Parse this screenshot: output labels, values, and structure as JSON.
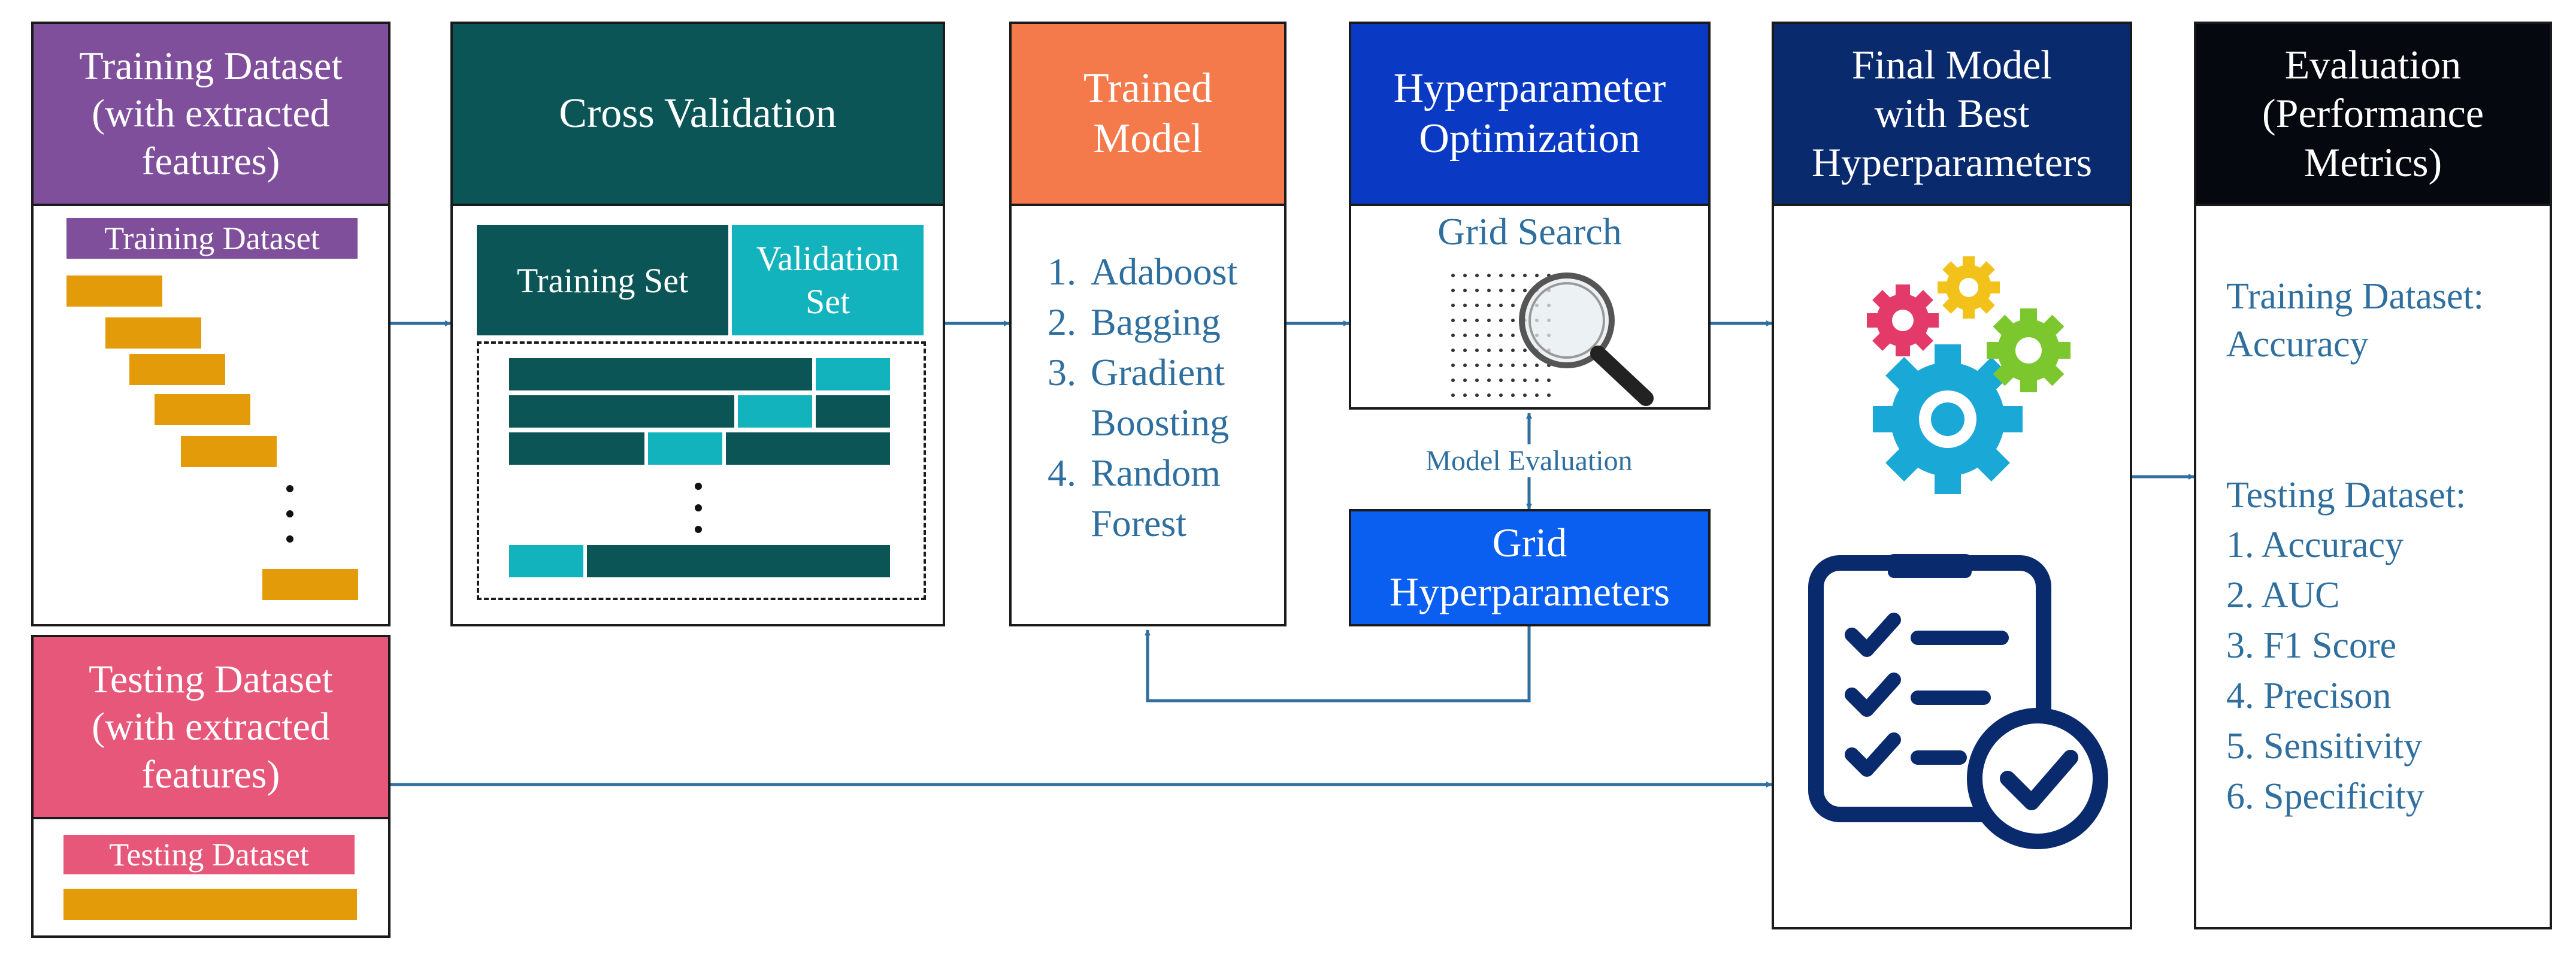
{
  "colors": {
    "training_purple": "#7f4f9c",
    "testing_pink": "#e6577a",
    "teal_dark": "#0b5557",
    "teal_light": "#12b3bd",
    "orange_bar": "#e39b0a",
    "trained_orange": "#f47a4c",
    "hyper_blue": "#0a3ac4",
    "grid_blue": "#0a5ef0",
    "final_navy": "#0a2a6e",
    "eval_black": "#05090f",
    "text_blue": "#2f6f9f",
    "arrow": "#2f6f9f"
  },
  "training": {
    "header": "Training Dataset\n(with extracted\nfeatures)",
    "label": "Training Dataset"
  },
  "testing": {
    "header": "Testing Dataset\n(with extracted\nfeatures)",
    "label": "Testing Dataset"
  },
  "cross_validation": {
    "header": "Cross Validation",
    "training_set": "Training Set",
    "validation_set": "Validation\nSet"
  },
  "trained_model": {
    "header": "Trained\nModel",
    "items": [
      {
        "num": "1.",
        "text": "Adaboost"
      },
      {
        "num": "2.",
        "text": "Bagging"
      },
      {
        "num": "3.",
        "text": "Gradient"
      },
      {
        "num": "",
        "text": "Boosting"
      },
      {
        "num": "4.",
        "text": "Random"
      },
      {
        "num": "",
        "text": "Forest"
      }
    ]
  },
  "hyperparameter": {
    "header": "Hyperparameter\nOptimization",
    "grid_search": "Grid Search"
  },
  "model_evaluation": "Model Evaluation",
  "grid_hyper": {
    "header": "Grid\nHyperparameters"
  },
  "final_model": {
    "header": "Final Model\nwith Best\nHyperparameters"
  },
  "evaluation": {
    "header": "Evaluation\n(Performance\nMetrics)",
    "training_label": "Training Dataset:",
    "training_metric": "Accuracy",
    "testing_label": "Testing Dataset:",
    "testing_metrics": [
      "1. Accuracy",
      "2. AUC",
      "3. F1 Score",
      "4. Precison",
      "5. Sensitivity",
      "6. Specificity"
    ]
  }
}
